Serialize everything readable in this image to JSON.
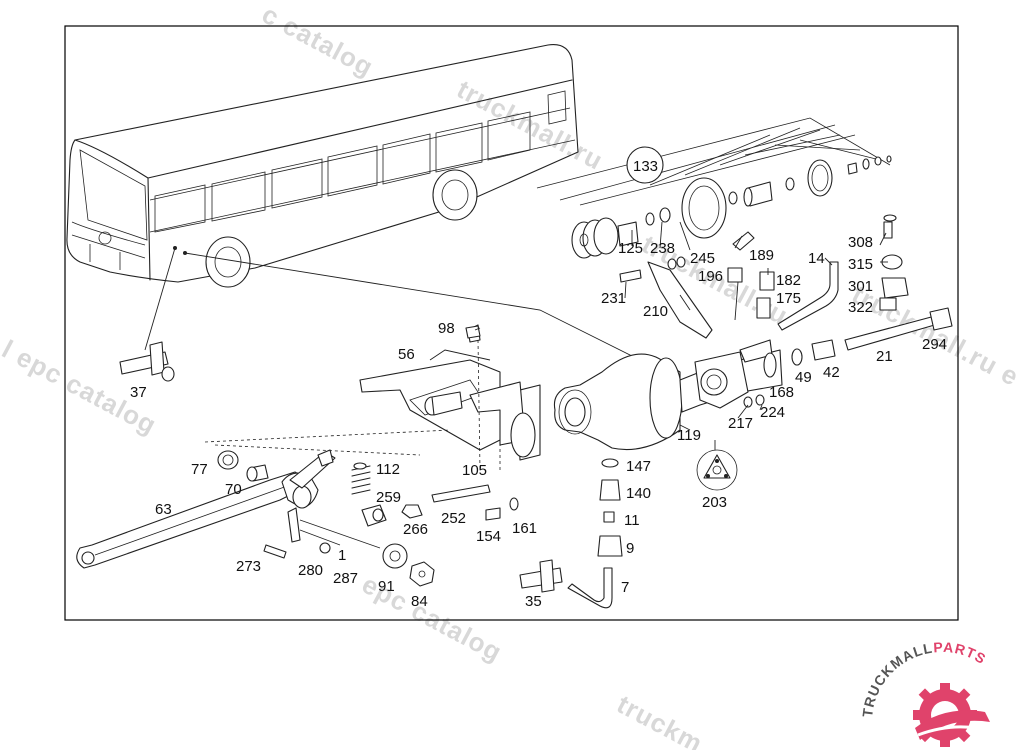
{
  "diagram": {
    "callouts": {
      "c133": "133",
      "c125": "125",
      "c238": "238",
      "c245": "245",
      "c189": "189",
      "c14": "14",
      "c308": "308",
      "c315": "315",
      "c301": "301",
      "c322": "322",
      "c196": "196",
      "c182": "182",
      "c175": "175",
      "c231": "231",
      "c210": "210",
      "c37": "37",
      "c98": "98",
      "c56": "56",
      "c21": "21",
      "c294": "294",
      "c42": "42",
      "c49": "49",
      "c168": "168",
      "c224": "224",
      "c217": "217",
      "c119": "119",
      "c203": "203",
      "c77": "77",
      "c112": "112",
      "c70": "70",
      "c105": "105",
      "c147": "147",
      "c259": "259",
      "c140": "140",
      "c63": "63",
      "c252": "252",
      "c266": "266",
      "c161": "161",
      "c154": "154",
      "c11": "11",
      "c9": "9",
      "c273": "273",
      "c280": "280",
      "c1": "1",
      "c287": "287",
      "c91": "91",
      "c84": "84",
      "c35": "35",
      "c7": "7"
    },
    "watermarks": {
      "w1": "c catalog",
      "w2": "truckmall.ru",
      "w3": "l epc catalog",
      "w4": "truckmall.ru e",
      "w5": "truckmall.ru",
      "w6": "epc catalog",
      "w7": "truckm"
    }
  },
  "logo": {
    "brand_dark": "TRUCKMALL",
    "brand_accent": "PARTS",
    "accent_color": "#e0436b",
    "dark_color": "#555555"
  }
}
